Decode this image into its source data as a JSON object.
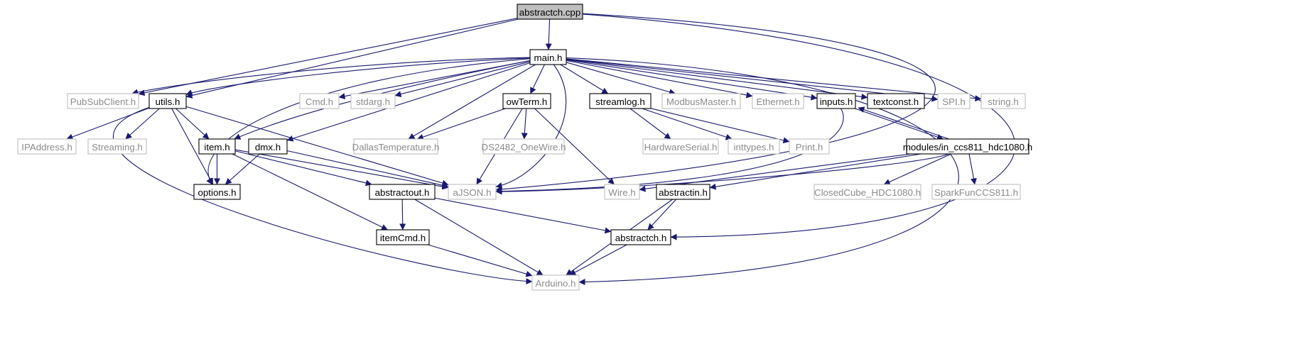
{
  "graph": {
    "edge_color": "#191970",
    "node_colors": {
      "local_border": "#000000",
      "system_border": "#bfbfbf",
      "system_text": "#8c8c8c",
      "root_fill": "#bfbfbf"
    },
    "nodes": [
      {
        "id": "abstractch_cpp",
        "label": "abstractch.cpp",
        "kind": "root"
      },
      {
        "id": "main_h",
        "label": "main.h",
        "kind": "local"
      },
      {
        "id": "pubsubclient_h",
        "label": "PubSubClient.h",
        "kind": "system"
      },
      {
        "id": "utils_h",
        "label": "utils.h",
        "kind": "local"
      },
      {
        "id": "cmd_h",
        "label": "Cmd.h",
        "kind": "system"
      },
      {
        "id": "stdarg_h",
        "label": "stdarg.h",
        "kind": "system"
      },
      {
        "id": "owterm_h",
        "label": "owTerm.h",
        "kind": "local"
      },
      {
        "id": "streamlog_h",
        "label": "streamlog.h",
        "kind": "local"
      },
      {
        "id": "modbusmaster_h",
        "label": "ModbusMaster.h",
        "kind": "system"
      },
      {
        "id": "ethernet_h",
        "label": "Ethernet.h",
        "kind": "system"
      },
      {
        "id": "inputs_h",
        "label": "inputs.h",
        "kind": "local"
      },
      {
        "id": "textconst_h",
        "label": "textconst.h",
        "kind": "local"
      },
      {
        "id": "spi_h",
        "label": "SPI.h",
        "kind": "system"
      },
      {
        "id": "string_h",
        "label": "string.h",
        "kind": "system"
      },
      {
        "id": "ipaddress_h",
        "label": "IPAddress.h",
        "kind": "system"
      },
      {
        "id": "streaming_h",
        "label": "Streaming.h",
        "kind": "system"
      },
      {
        "id": "item_h",
        "label": "item.h",
        "kind": "local"
      },
      {
        "id": "dmx_h",
        "label": "dmx.h",
        "kind": "local"
      },
      {
        "id": "dallastemperature_h",
        "label": "DallasTemperature.h",
        "kind": "system"
      },
      {
        "id": "ds2482_h",
        "label": "DS2482_OneWire.h",
        "kind": "system"
      },
      {
        "id": "hardwareserial_h",
        "label": "HardwareSerial.h",
        "kind": "system"
      },
      {
        "id": "inttypes_h",
        "label": "inttypes.h",
        "kind": "system"
      },
      {
        "id": "print_h",
        "label": "Print.h",
        "kind": "system"
      },
      {
        "id": "modules_h",
        "label": "modules/in_ccs811_hdc1080.h",
        "kind": "local"
      },
      {
        "id": "options_h",
        "label": "options.h",
        "kind": "local"
      },
      {
        "id": "abstractout_h",
        "label": "abstractout.h",
        "kind": "local"
      },
      {
        "id": "ajson_h",
        "label": "aJSON.h",
        "kind": "system"
      },
      {
        "id": "wire_h",
        "label": "Wire.h",
        "kind": "system"
      },
      {
        "id": "abstractin_h",
        "label": "abstractin.h",
        "kind": "local"
      },
      {
        "id": "closedcube_h",
        "label": "ClosedCube_HDC1080.h",
        "kind": "system"
      },
      {
        "id": "sparkfun_h",
        "label": "SparkFunCCS811.h",
        "kind": "system"
      },
      {
        "id": "itemcmd_h",
        "label": "itemCmd.h",
        "kind": "local"
      },
      {
        "id": "abstractch_h",
        "label": "abstractch.h",
        "kind": "local"
      },
      {
        "id": "arduino_h",
        "label": "Arduino.h",
        "kind": "system"
      }
    ],
    "edges": [
      [
        "abstractch_cpp",
        "main_h"
      ],
      [
        "abstractch_cpp",
        "pubsubclient_h"
      ],
      [
        "abstractch_cpp",
        "utils_h"
      ],
      [
        "abstractch_cpp",
        "ajson_h"
      ],
      [
        "abstractch_cpp",
        "abstractch_h"
      ],
      [
        "main_h",
        "pubsubclient_h"
      ],
      [
        "main_h",
        "utils_h"
      ],
      [
        "main_h",
        "options_h"
      ],
      [
        "main_h",
        "cmd_h"
      ],
      [
        "main_h",
        "stdarg_h"
      ],
      [
        "main_h",
        "item_h"
      ],
      [
        "main_h",
        "dmx_h"
      ],
      [
        "main_h",
        "dallastemperature_h"
      ],
      [
        "main_h",
        "owterm_h"
      ],
      [
        "main_h",
        "ajson_h"
      ],
      [
        "main_h",
        "streamlog_h"
      ],
      [
        "main_h",
        "modbusmaster_h"
      ],
      [
        "main_h",
        "ethernet_h"
      ],
      [
        "main_h",
        "inputs_h"
      ],
      [
        "main_h",
        "textconst_h"
      ],
      [
        "main_h",
        "spi_h"
      ],
      [
        "main_h",
        "string_h"
      ],
      [
        "main_h",
        "arduino_h"
      ],
      [
        "utils_h",
        "ipaddress_h"
      ],
      [
        "utils_h",
        "streaming_h"
      ],
      [
        "utils_h",
        "item_h"
      ],
      [
        "utils_h",
        "options_h"
      ],
      [
        "utils_h",
        "ajson_h"
      ],
      [
        "utils_h",
        "arduino_h"
      ],
      [
        "item_h",
        "options_h"
      ],
      [
        "item_h",
        "ajson_h"
      ],
      [
        "item_h",
        "abstractout_h"
      ],
      [
        "item_h",
        "itemcmd_h"
      ],
      [
        "dmx_h",
        "options_h"
      ],
      [
        "dmx_h",
        "ajson_h"
      ],
      [
        "owterm_h",
        "dallastemperature_h"
      ],
      [
        "owterm_h",
        "ds2482_h"
      ],
      [
        "owterm_h",
        "ajson_h"
      ],
      [
        "owterm_h",
        "wire_h"
      ],
      [
        "streamlog_h",
        "hardwareserial_h"
      ],
      [
        "streamlog_h",
        "inttypes_h"
      ],
      [
        "streamlog_h",
        "print_h"
      ],
      [
        "inputs_h",
        "ajson_h"
      ],
      [
        "inputs_h",
        "modules_h"
      ],
      [
        "modules_h",
        "inputs_h"
      ],
      [
        "modules_h",
        "ajson_h"
      ],
      [
        "modules_h",
        "wire_h"
      ],
      [
        "modules_h",
        "abstractin_h"
      ],
      [
        "modules_h",
        "closedcube_h"
      ],
      [
        "modules_h",
        "sparkfun_h"
      ],
      [
        "abstractout_h",
        "itemcmd_h"
      ],
      [
        "abstractout_h",
        "arduino_h"
      ],
      [
        "abstractout_h",
        "abstractch_h"
      ],
      [
        "abstractin_h",
        "abstractch_h"
      ],
      [
        "abstractin_h",
        "arduino_h"
      ],
      [
        "itemcmd_h",
        "arduino_h"
      ],
      [
        "abstractch_h",
        "arduino_h"
      ]
    ]
  }
}
